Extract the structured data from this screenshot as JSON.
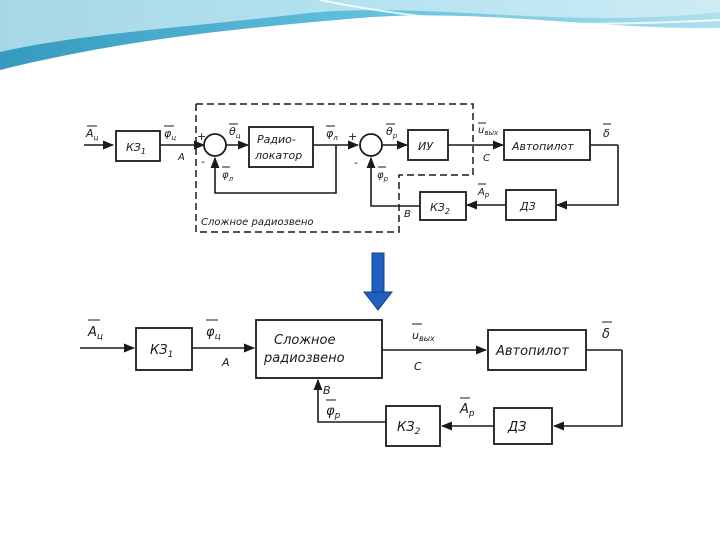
{
  "colors": {
    "ribbon_dark": "#2fa3c8",
    "ribbon_light": "#b9e4f1",
    "transition_arrow": "#1f5fbf",
    "ink": "#1a1a1a"
  },
  "top_diagram": {
    "input_signal": "А",
    "input_signal_sub": "ц",
    "kz1_label": "КЗ",
    "kz1_sub": "1",
    "phi_c": "φ",
    "phi_c_sub": "ц",
    "point_a": "А",
    "theta_c": "θ",
    "theta_c_sub": "ц",
    "radar_line1": "Радио-",
    "radar_line2": "локатор",
    "phi_l": "φ",
    "phi_l_sub": "л",
    "phi_l_fb": "φ",
    "phi_l_fb_sub": "л",
    "theta_r": "θ",
    "theta_r_sub": "р",
    "phi_r": "φ",
    "phi_r_sub": "р",
    "iu_label": "ИУ",
    "u_out": "u",
    "u_out_sub": "вых",
    "point_c": "С",
    "autopilot_label": "Автопилот",
    "delta": "δ",
    "kz2_label": "КЗ",
    "kz2_sub": "2",
    "a_r": "А",
    "a_r_sub": "р",
    "point_b": "В",
    "dz_label": "ДЗ",
    "plus1": "+",
    "minus1": "-",
    "plus2": "+",
    "minus2": "-",
    "complex_block_caption": "Сложное радиозвено"
  },
  "bottom_diagram": {
    "input_signal": "А",
    "input_signal_sub": "ц",
    "kz1_label": "КЗ",
    "kz1_sub": "1",
    "phi_c": "φ",
    "phi_c_sub": "ц",
    "point_a": "А",
    "complex_line1": "Сложное",
    "complex_line2": "радиозвено",
    "u_out": "u",
    "u_out_sub": "вых",
    "point_c": "С",
    "autopilot_label": "Автопилот",
    "delta": "δ",
    "point_b": "В",
    "phi_r": "φ",
    "phi_r_sub": "р",
    "kz2_label": "КЗ",
    "kz2_sub": "2",
    "a_r": "А",
    "a_r_sub": "р",
    "dz_label": "ДЗ"
  }
}
